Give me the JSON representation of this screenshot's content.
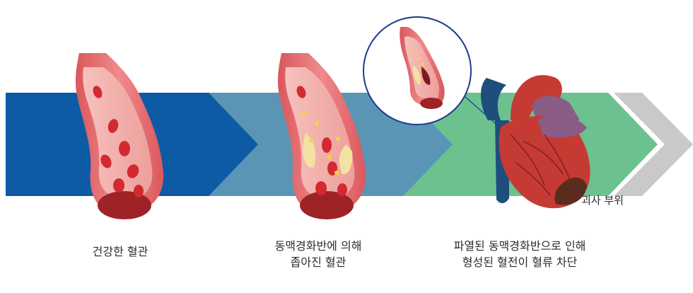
{
  "stages": [
    {
      "caption_lines": [
        "건강한 혈관"
      ]
    },
    {
      "caption_lines": [
        "동맥경화반에 의해",
        "좁아진 혈관"
      ]
    },
    {
      "caption_lines": [
        "파열된 동맥경화반으로 인해",
        "형성된 혈전이 혈류 차단"
      ]
    }
  ],
  "heart": {
    "necrosis_label": "괴사 부위"
  },
  "colors": {
    "arrow_1": "#0d5aa5",
    "arrow_2": "#5b95b6",
    "arrow_3": "#6cc28f",
    "arrow_tail": "#c9c9c9",
    "vessel_wall": "#e8777a",
    "vessel_inner": "#f2b1ae",
    "blood_cell": "#d32a2f",
    "plaque": "#f2e3a3",
    "heart_red": "#c63a34",
    "heart_blue": "#1e4e7c",
    "heart_purple": "#8a5c86",
    "necrosis": "#5a2c1e"
  }
}
